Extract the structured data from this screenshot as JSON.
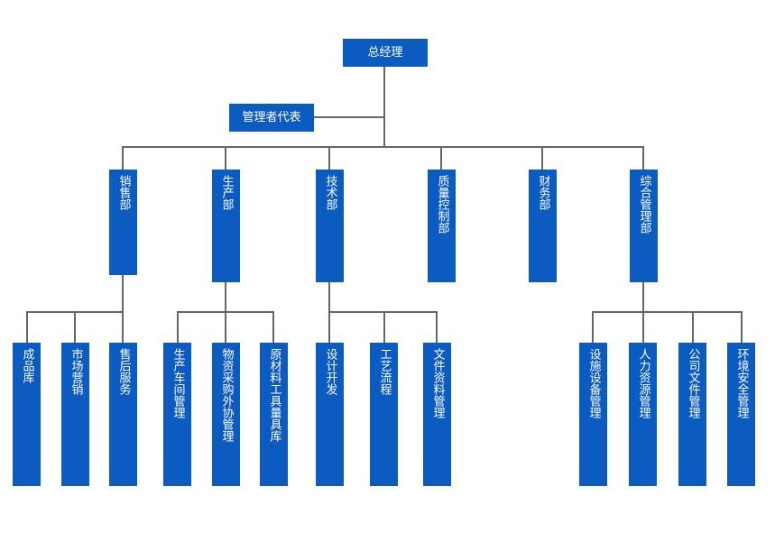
{
  "colors": {
    "box_fill": "#0b5bc1",
    "box_text": "#ffffff",
    "connector": "#666666"
  },
  "org": {
    "ceo": "总经理",
    "mgmt_rep": "管理者代表",
    "departments": {
      "sales": "销售部",
      "production": "生产部",
      "technology": "技术部",
      "quality": "质量控制部",
      "finance": "财务部",
      "general": "综合管理部"
    },
    "units": {
      "finished_goods": "成品库",
      "marketing": "市场营销",
      "after_sales": "售后服务",
      "workshop": "生产车间管理",
      "procurement": "物资采购外协管理",
      "materials_store": "原材料工具量具库",
      "design": "设计开发",
      "process": "工艺流程",
      "documents": "文件资料管理",
      "facilities": "设施设备管理",
      "hr": "人力资源管理",
      "company_docs": "公司文件管理",
      "ehs": "环境安全管理"
    }
  }
}
